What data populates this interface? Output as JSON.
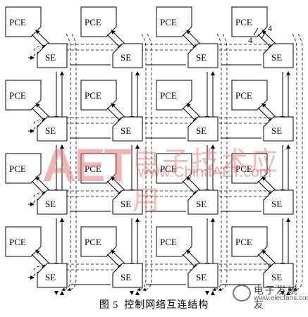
{
  "diagram": {
    "pce_label": "PCE",
    "se_label": "SE",
    "port_width_labels": [
      "4",
      "4"
    ]
  },
  "caption": {
    "figure": "图 5",
    "title": "控制网络互连结构"
  },
  "watermark": {
    "brand": "AET",
    "chinese": "电子技术应用",
    "url": "www.ChinaAET.com"
  },
  "corner_logo": {
    "brand": "电子发烧友",
    "site": "www.elecfans.com"
  }
}
